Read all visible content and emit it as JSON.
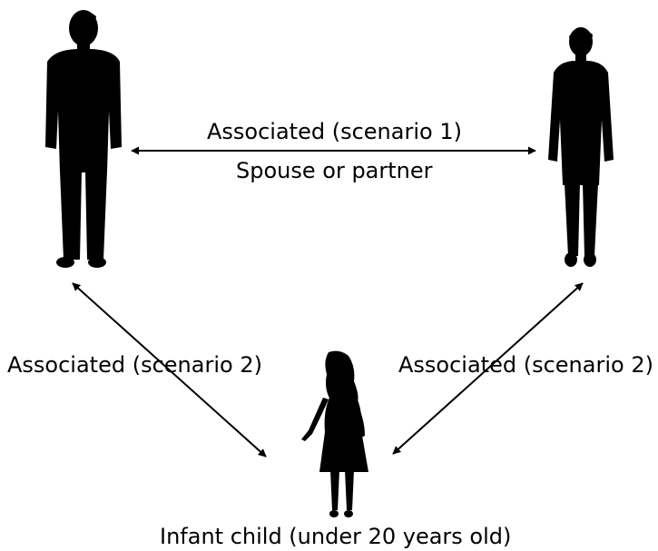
{
  "labels": {
    "spouse_relation_scenario": "Associated (scenario 1)",
    "spouse_relation_type": "Spouse or partner",
    "left_parent_relation": "Associated (scenario 2)",
    "right_parent_relation": "Associated (scenario 2)",
    "child_caption": "Infant child (under 20 years old)"
  },
  "figures": {
    "left_adult": "man-silhouette-icon",
    "right_adult": "man-silhouette-icon",
    "child": "girl-silhouette-icon"
  },
  "colors": {
    "silhouette": "#000000",
    "background": "#ffffff",
    "arrow": "#000000"
  }
}
